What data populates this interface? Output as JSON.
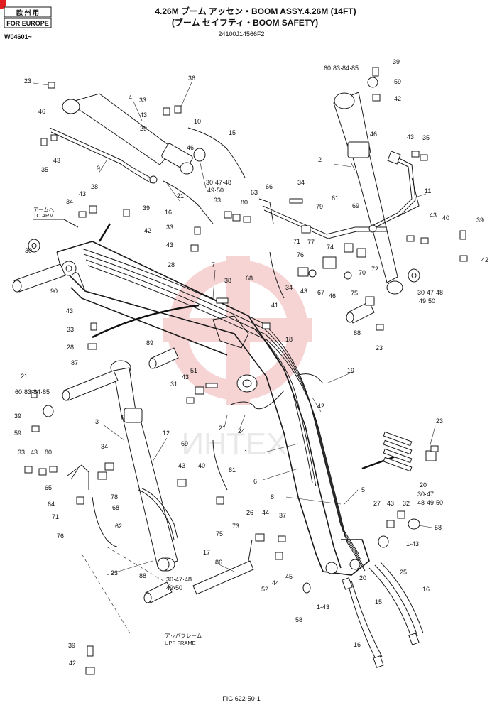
{
  "header": {
    "region_stamp_line1": "欧 州 用",
    "region_stamp_line2": "FOR EUROPE",
    "serial": "W04601~",
    "title_line1": "4.26M ブーム アッセン・BOOM ASSY.4.26M (14FT)",
    "title_line2": "(ブーム セイフティ・BOOM SAFETY)",
    "part_number": "24100J14566F2"
  },
  "annotations": {
    "to_arm_jp": "アームへ",
    "to_arm_en": "TO ARM",
    "upp_frame_jp": "アッパフレーム",
    "upp_frame_en": "UPP FRAME"
  },
  "figure_number": "FIG 622-50-1",
  "watermark": "ИНТЕХ",
  "callouts": [
    "23",
    "36",
    "4",
    "33",
    "43",
    "10",
    "29",
    "46",
    "15",
    "9",
    "43",
    "35",
    "46",
    "30·47·48",
    "49·50",
    "21",
    "16",
    "28",
    "43",
    "34",
    "39",
    "42",
    "33",
    "43",
    "28",
    "30",
    "90",
    "7",
    "38",
    "39",
    "60·83·84·85",
    "59",
    "42",
    "2",
    "46",
    "43",
    "35",
    "11",
    "63",
    "66",
    "34",
    "79",
    "61",
    "69",
    "33",
    "80",
    "43",
    "40",
    "39",
    "42",
    "71",
    "76",
    "77",
    "74",
    "72",
    "68",
    "34",
    "43",
    "67",
    "46",
    "75",
    "70",
    "30·47·48",
    "49·50",
    "88",
    "23",
    "41",
    "18",
    "43",
    "33",
    "28",
    "89",
    "87",
    "51",
    "43",
    "31",
    "19",
    "21",
    "60·83·84·85",
    "39",
    "59",
    "42",
    "21",
    "24",
    "3",
    "12",
    "34",
    "69",
    "81",
    "1",
    "6",
    "33",
    "43",
    "80",
    "65",
    "64",
    "43",
    "40",
    "78",
    "71",
    "68",
    "76",
    "62",
    "73",
    "75",
    "5",
    "8",
    "27",
    "43",
    "32",
    "30·47",
    "48·49·50",
    "58",
    "23",
    "20",
    "26",
    "44",
    "37",
    "17",
    "1-43",
    "23",
    "88",
    "30·47·48",
    "49·50",
    "86",
    "45",
    "52",
    "44",
    "20",
    "25",
    "16",
    "1-43",
    "15",
    "58",
    "16",
    "39",
    "42"
  ]
}
